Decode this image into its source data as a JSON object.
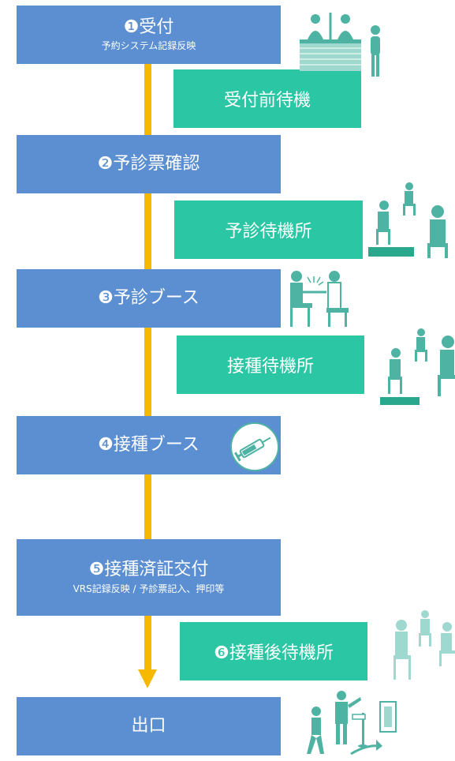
{
  "steps": [
    {
      "title": "❶受付",
      "sub": "予約システム記録反映"
    },
    {
      "title": "❷予診票確認"
    },
    {
      "title": "❸予診ブース"
    },
    {
      "title": "❹接種ブース"
    },
    {
      "title": "❺接種済証交付",
      "sub": "VRS記録反映 / 予診票記入、押印等"
    },
    {
      "title": "出口"
    }
  ],
  "waits": [
    {
      "label": "受付前待機"
    },
    {
      "label": "予診待機所"
    },
    {
      "label": "接種待機所"
    },
    {
      "label": "❻接種後待機所"
    }
  ],
  "colors": {
    "step": "#5b8fd1",
    "wait": "#2bc7a4",
    "line": "#f7b800",
    "icon": "#4fb3a4"
  }
}
